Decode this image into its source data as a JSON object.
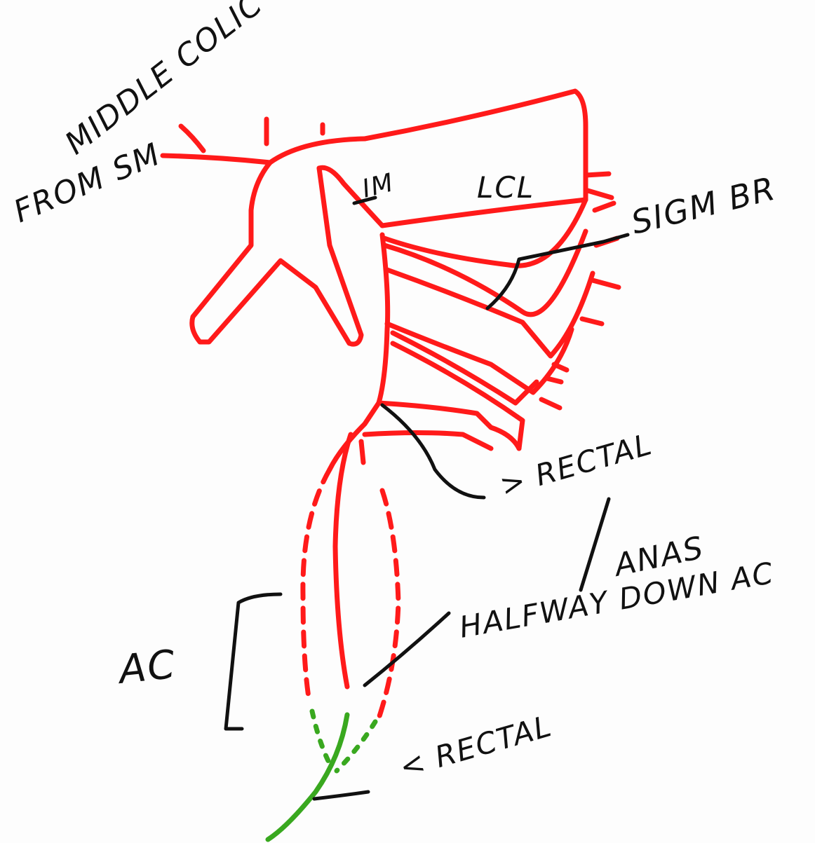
{
  "labels": {
    "middle_colic": "MIDDLE COLIC",
    "from_sm": "FROM SM",
    "im": "IM",
    "lcl": "LCL",
    "sigm_br": "SIGM BR",
    "sup_rectal": "> RECTAL",
    "anas": "ANAS",
    "halfway_down_ac": "HALFWAY DOWN AC",
    "ac": "AC",
    "inf_rectal": "< RECTAL"
  },
  "colors": {
    "artery": "#ff1a1a",
    "inferior_rectal": "#39a81f",
    "ink": "#111111"
  }
}
